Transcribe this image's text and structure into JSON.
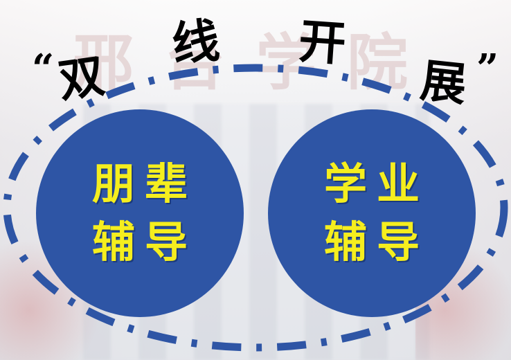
{
  "background": {
    "sign_text": "邢台学院",
    "colors": {
      "circle_fill": "#2e55a5",
      "circle_text": "#f5ee1e",
      "ring_dash": "#2e55a5"
    }
  },
  "title": {
    "open_quote": "“",
    "chars": [
      "双",
      "线",
      "开",
      "展"
    ],
    "close_quote": "”"
  },
  "circles": [
    {
      "line1": "朋辈",
      "line2": "辅导"
    },
    {
      "line1": "学业",
      "line2": "辅导"
    }
  ]
}
